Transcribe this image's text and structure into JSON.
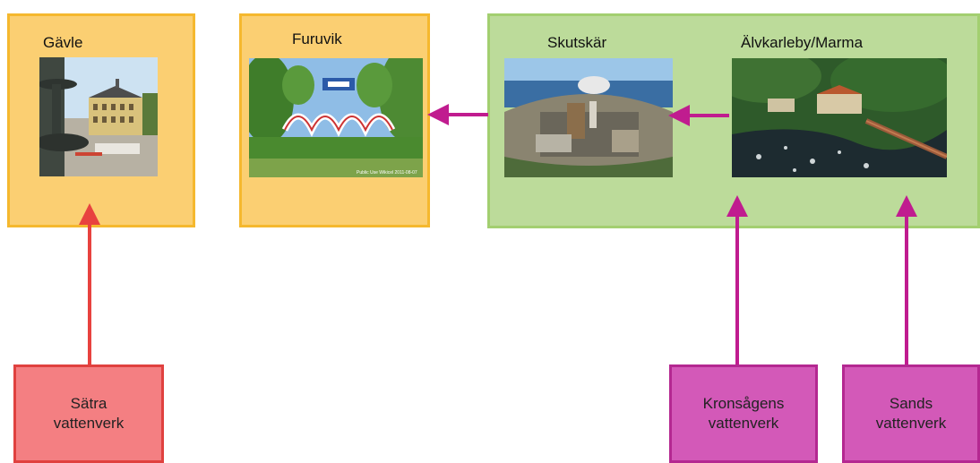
{
  "places": {
    "gavle": {
      "name": "Gävle",
      "image": "town square with fountain and yellow building"
    },
    "furuvik": {
      "name": "Furuvik",
      "image": "amusement park entrance with trees",
      "caption": "Public Use Wikicel 2011-08-07"
    },
    "skutskar": {
      "name": "Skutskär",
      "image": "aerial view of industrial mill by the sea"
    },
    "alvkarleby": {
      "name": "Älvkarleby/Marma",
      "image": "aerial view of river rapids, buildings and bridge"
    }
  },
  "sources": {
    "satra": {
      "name": "Sätra\nvattenverk"
    },
    "kronsagen": {
      "name": "Kronsågens\nvattenverk"
    },
    "sands": {
      "name": "Sands\nvattenverk"
    }
  },
  "colors": {
    "orange_fill": "#fbcf72",
    "orange_border": "#f5b82e",
    "green_fill": "#bcdb9a",
    "green_border": "#a3cf70",
    "red_fill": "#f47f82",
    "red_arrow": "#e8423f",
    "magenta_fill": "#d359b8",
    "magenta_arrow": "#c01c8f"
  }
}
